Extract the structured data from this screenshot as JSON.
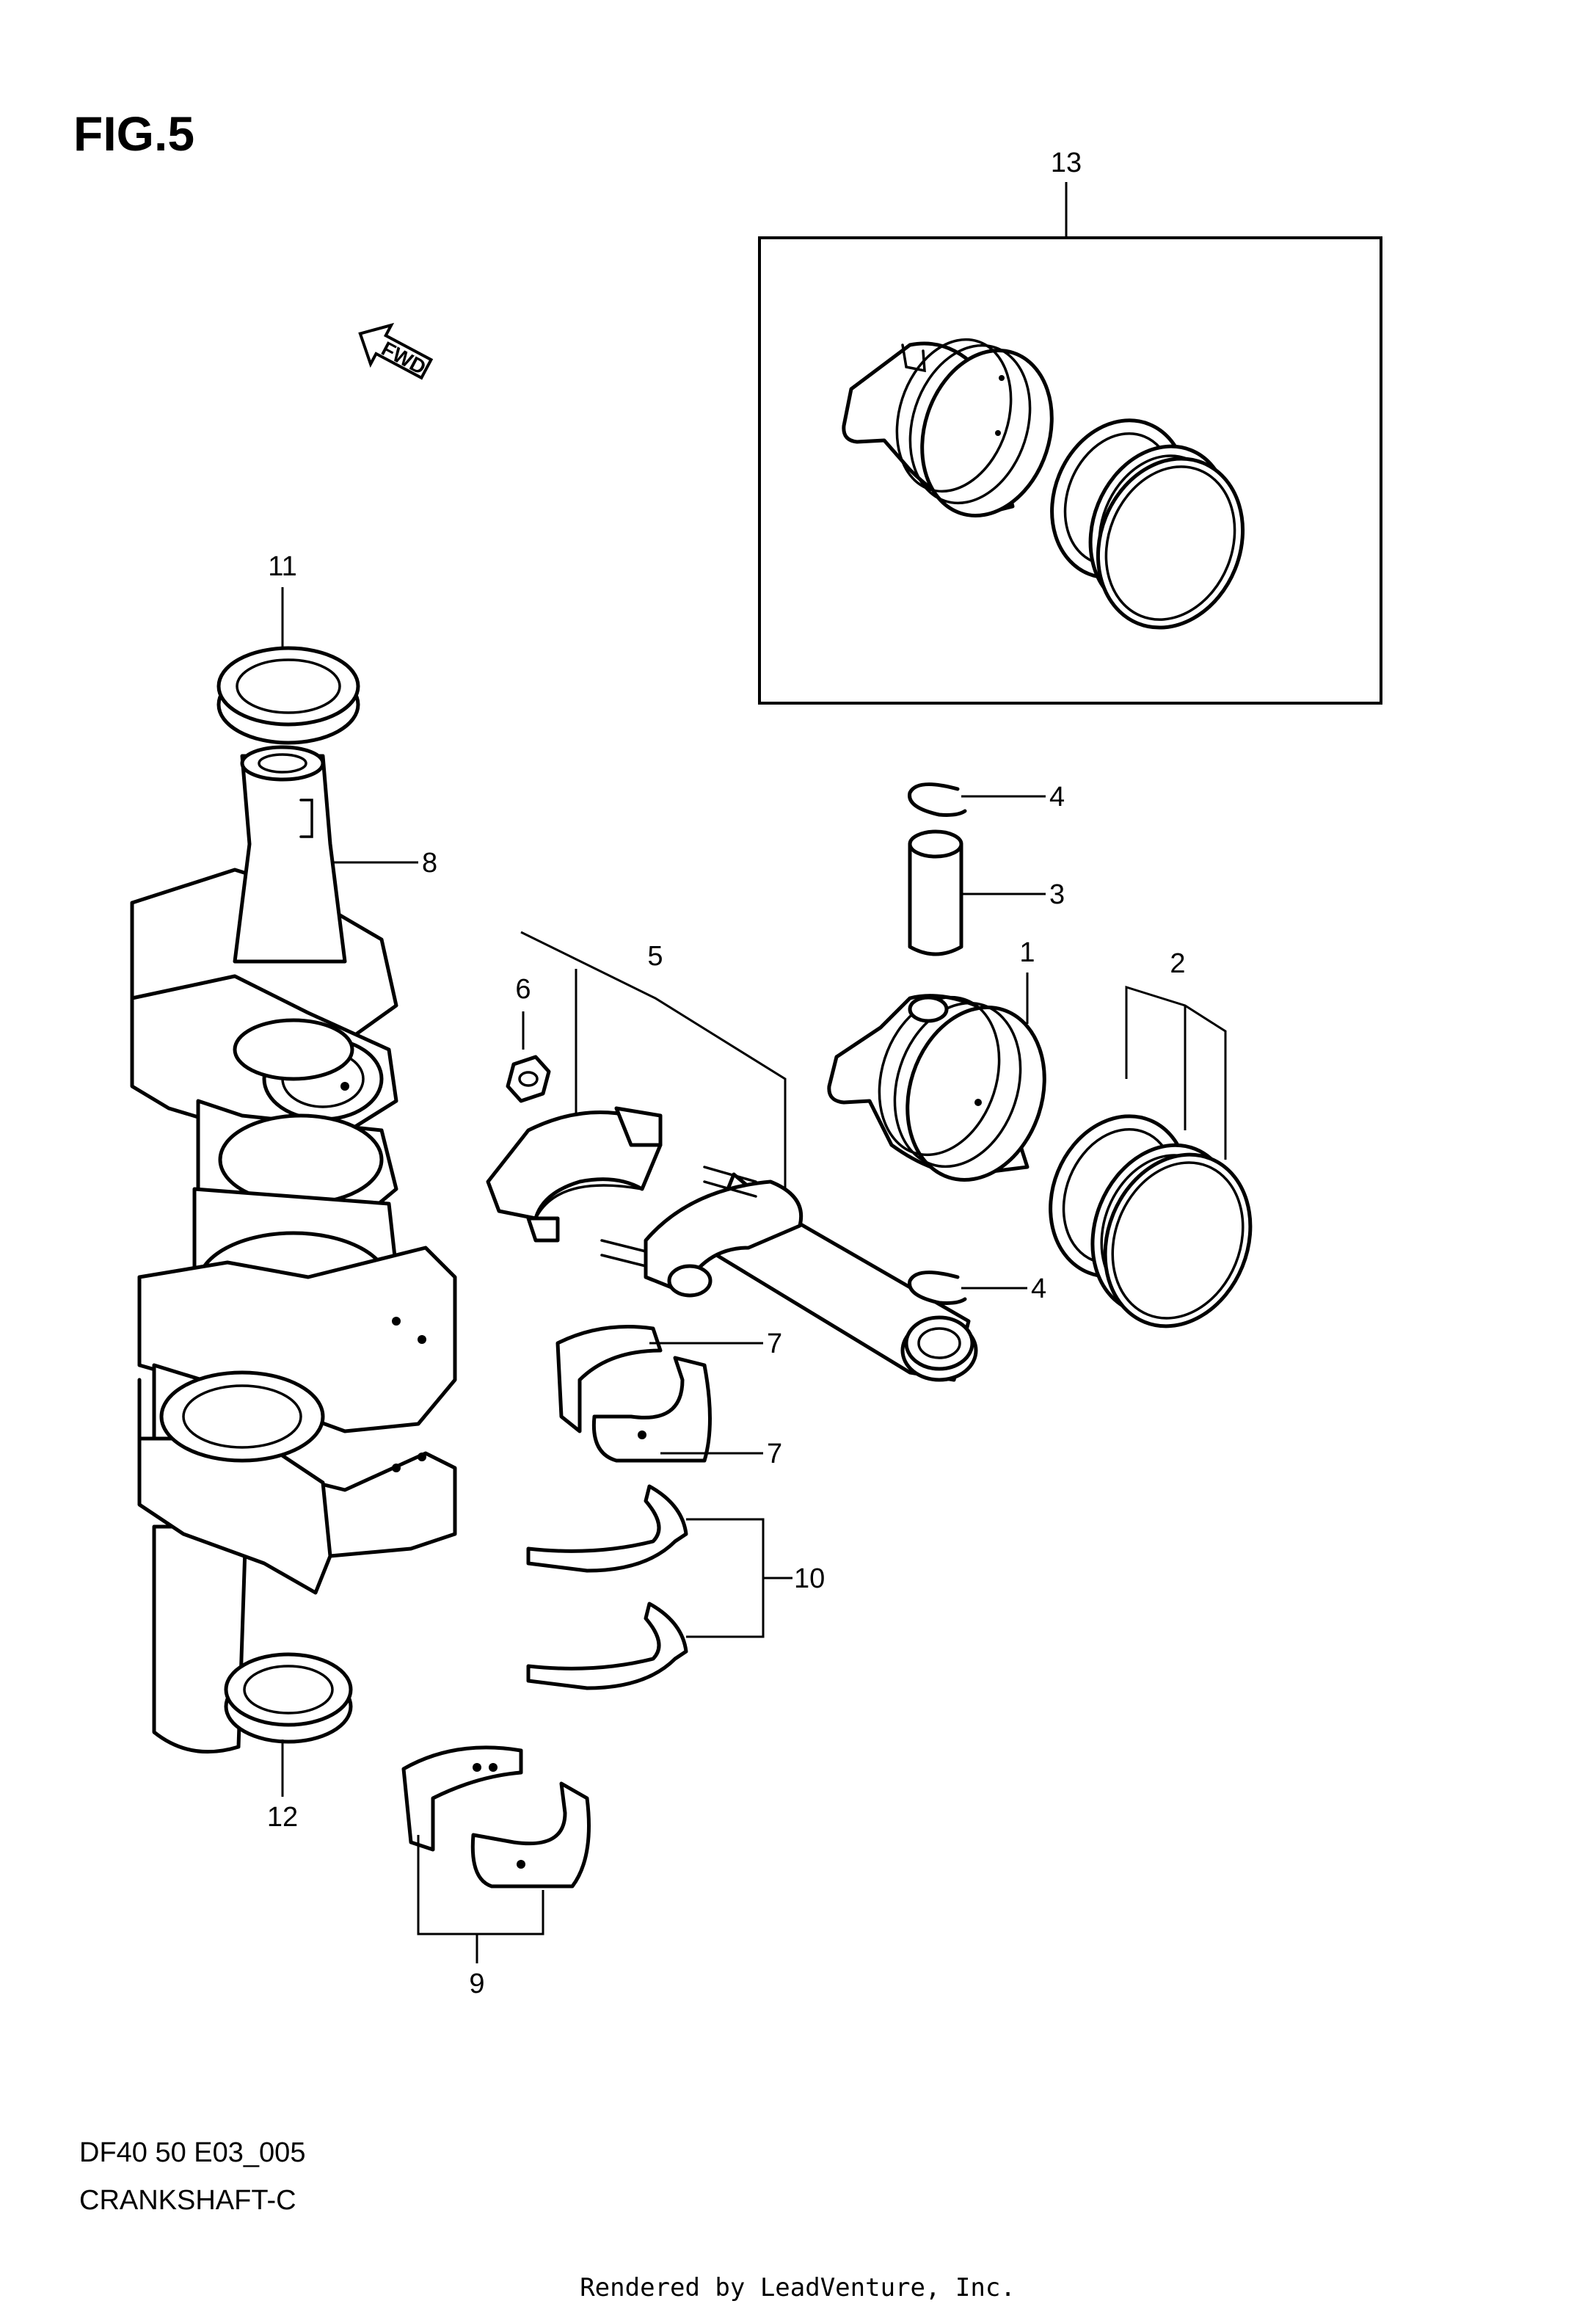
{
  "figure": {
    "title": "FIG.5",
    "direction_badge": "FWD",
    "direction_icon": "forward-arrow-icon"
  },
  "callouts": {
    "c1": "1",
    "c2": "2",
    "c3": "3",
    "c4a": "4",
    "c4b": "4",
    "c5": "5",
    "c6": "6",
    "c7a": "7",
    "c7b": "7",
    "c8": "8",
    "c9": "9",
    "c10": "10",
    "c11": "11",
    "c12": "12",
    "c13": "13"
  },
  "footer": {
    "code": "DF40 50 E03_005",
    "name": "CRANKSHAFT-C",
    "credit": "Rendered by LeadVenture, Inc."
  },
  "colors": {
    "line": "#000000",
    "background": "#ffffff"
  }
}
